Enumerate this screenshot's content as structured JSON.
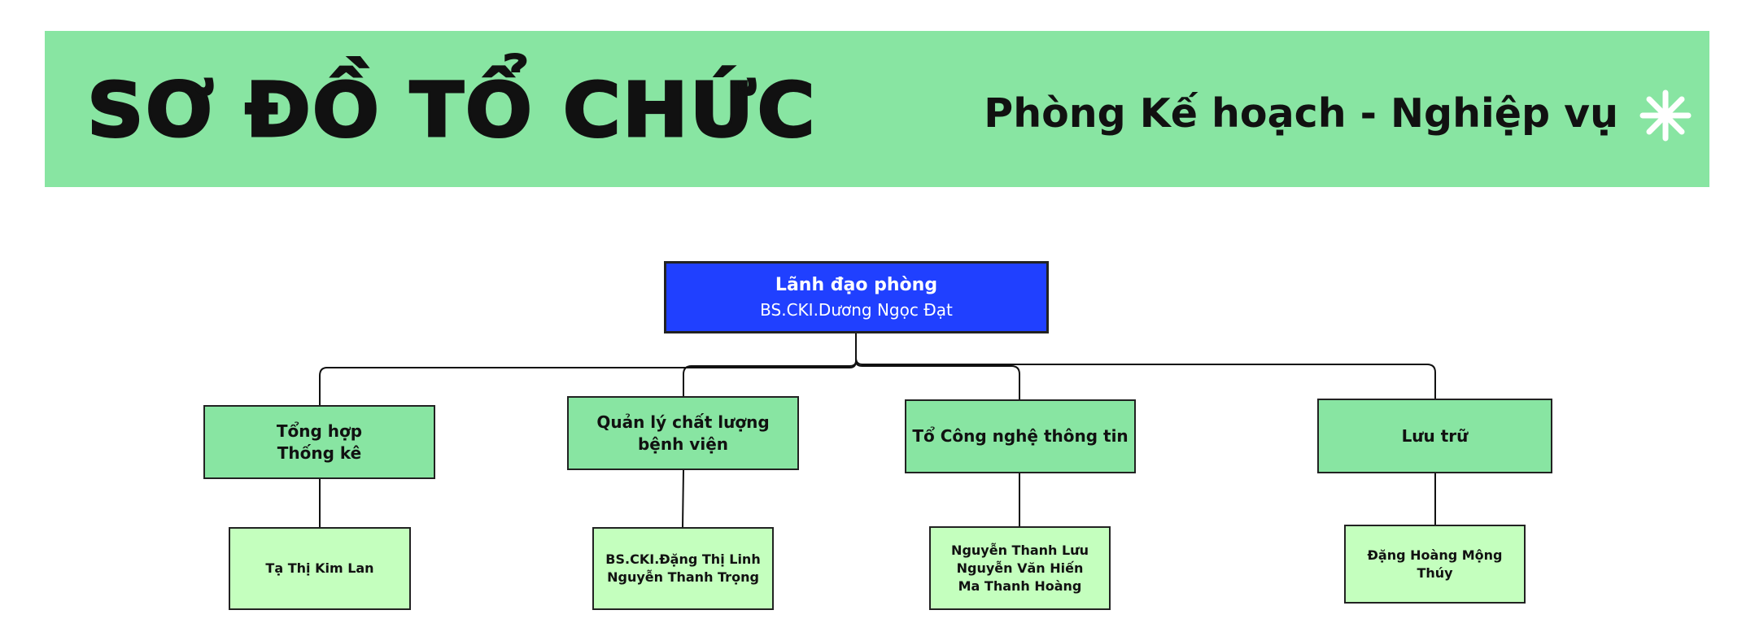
{
  "header": {
    "title": "SƠ ĐỒ TỔ CHỨC",
    "subtitle": "Phòng Kế hoạch - Nghiệp vụ",
    "decoration_icon": "asterisk-icon"
  },
  "leader": {
    "title": "Lãnh đạo phòng",
    "name": "BS.CKI.Dương Ngọc Đạt"
  },
  "units": [
    {
      "name_lines": [
        "Tổng hợp",
        "Thống kê"
      ],
      "members": [
        "Tạ Thị Kim Lan"
      ]
    },
    {
      "name_lines": [
        "Quản lý chất lượng",
        "bệnh viện"
      ],
      "members": [
        "BS.CKI.Đặng Thị Linh",
        "Nguyễn Thanh Trọng"
      ]
    },
    {
      "name_lines": [
        "Tổ Công nghệ thông tin"
      ],
      "members": [
        "Nguyễn Thanh Lưu",
        "Nguyễn Văn Hiến",
        "Ma Thanh Hoàng"
      ]
    },
    {
      "name_lines": [
        "Lưu trữ"
      ],
      "members": [
        "Đặng Hoàng Mộng",
        "Thúy"
      ]
    }
  ],
  "colors": {
    "banner": "#88e5a2",
    "leader": "#2040ff",
    "unit": "#88e5a2",
    "member": "#c4ffbe"
  }
}
